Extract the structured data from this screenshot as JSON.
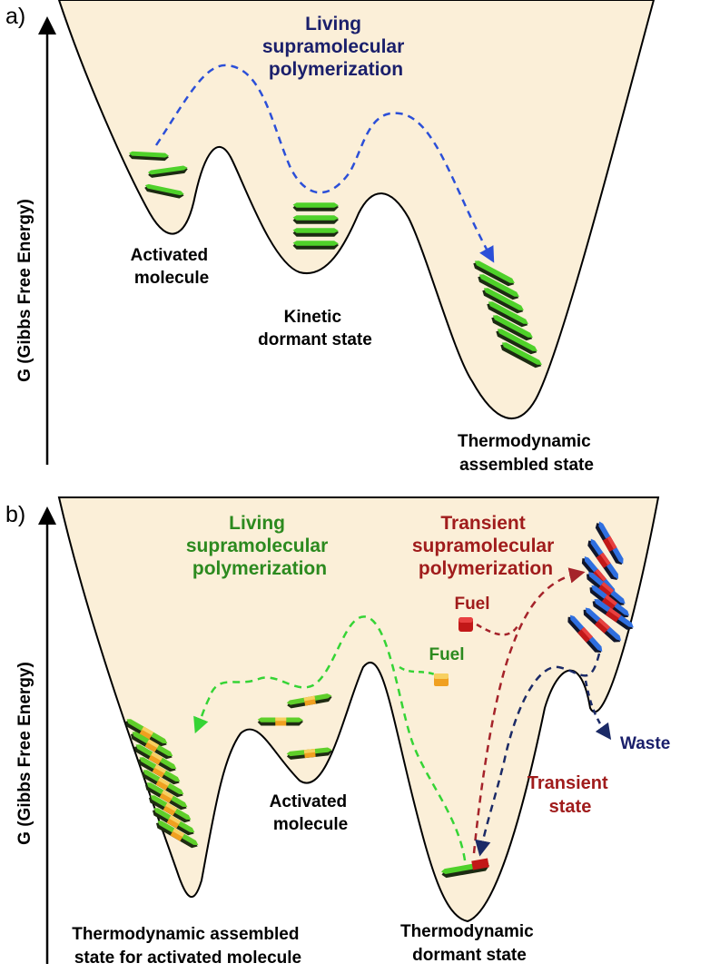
{
  "panel_a": {
    "panel_label": "a)",
    "y_axis_label": "G (Gibbs Free Energy)",
    "path_label": [
      "Living",
      "supramolecular",
      "polymerization"
    ],
    "activated_label": [
      "Activated",
      "molecule"
    ],
    "kinetic_label": [
      "Kinetic",
      "dormant state"
    ],
    "thermo_label": [
      "Thermodynamic",
      "assembled state"
    ]
  },
  "panel_b": {
    "panel_label": "b)",
    "y_axis_label": "G (Gibbs Free Energy)",
    "living_label": [
      "Living",
      "supramolecular",
      "polymerization"
    ],
    "transient_poly_label": [
      "Transient",
      "supramolecular",
      "polymerization"
    ],
    "fuel_red_label": "Fuel",
    "fuel_green_label": "Fuel",
    "waste_label": "Waste",
    "transient_state_label": [
      "Transient",
      "state"
    ],
    "activated_label": [
      "Activated",
      "molecule"
    ],
    "thermo_assembled_label": [
      "Thermodynamic assembled",
      "state for activated molecule"
    ],
    "thermo_dormant_label": [
      "Thermodynamic",
      "dormant state"
    ]
  },
  "colors": {
    "well_fill": "#fbefd8",
    "navy_text": "#1a1f6b",
    "green_text": "#2c8a1f",
    "red_text": "#a01c1c",
    "blue_dash": "#2b4fd8",
    "green_dash": "#35d435",
    "red_dash": "#a5232a",
    "navy_dash": "#1b2a66"
  }
}
